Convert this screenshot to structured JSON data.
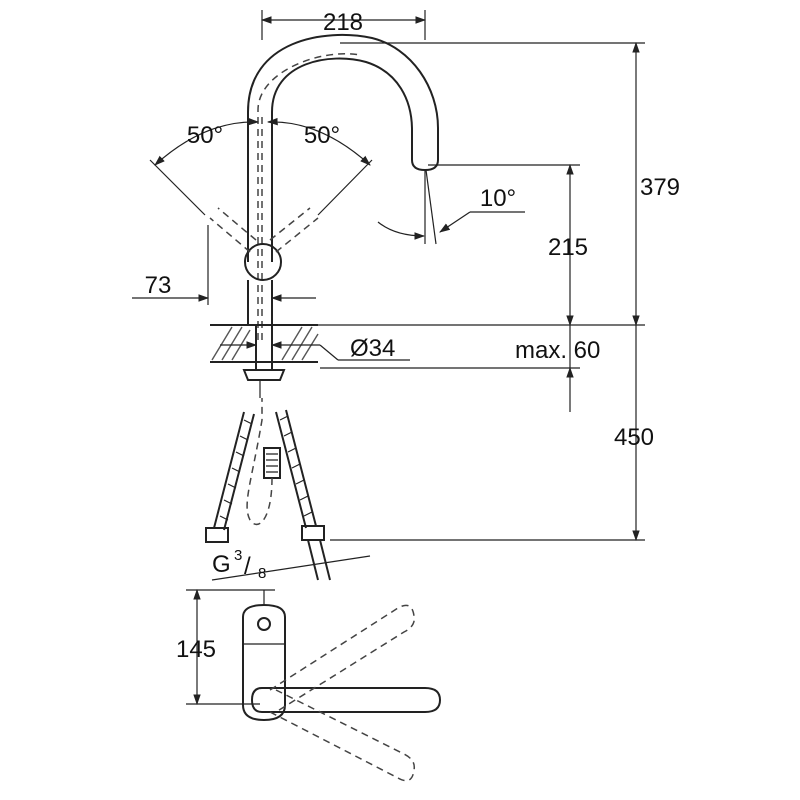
{
  "dimensions": {
    "spout_reach": "218",
    "height_total": "379",
    "height_spout": "215",
    "mount_thickness": "max. 60",
    "hose_length": "450",
    "handle_offset": "73",
    "spray_angle": "10°",
    "lever_left_angle": "50°",
    "lever_right_angle": "50°",
    "shank_diameter": "Ø34",
    "base_depth": "145"
  },
  "thread": {
    "letter": "G",
    "numerator": "3",
    "denominator": "8"
  },
  "colors": {
    "line": "#222222",
    "background": "#ffffff"
  }
}
